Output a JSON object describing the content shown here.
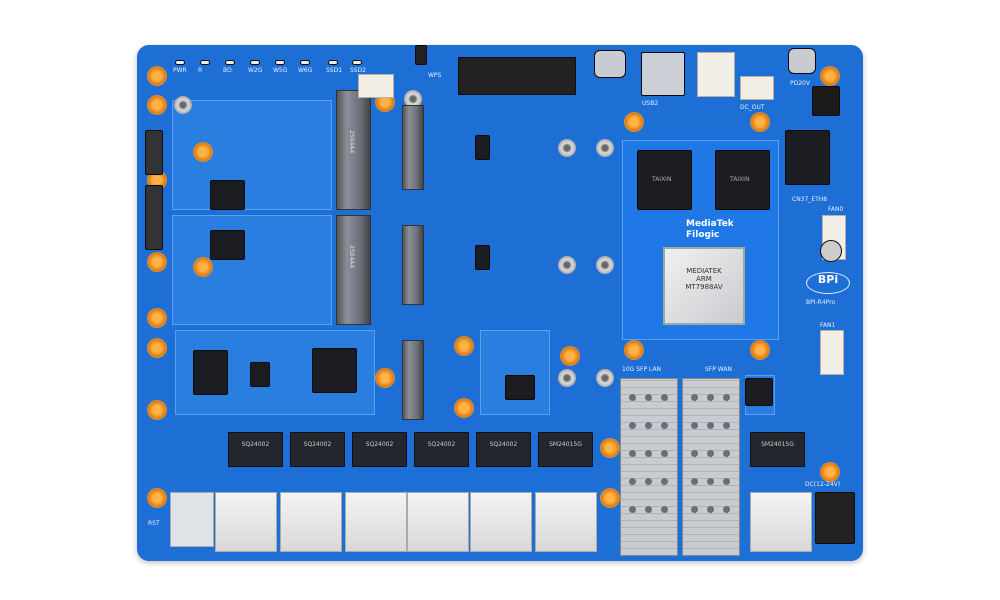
{
  "board": {
    "led_labels": [
      "PWR",
      "R",
      "BO",
      "W2G",
      "W5G",
      "W6G",
      "SSD1",
      "SSD2"
    ],
    "wps_label": "WPS",
    "brand_line1": "MediaTek",
    "brand_line2": "Filogic",
    "soc_marking": [
      "MEDIATEK",
      "ARM",
      "MT7988AV"
    ],
    "dram_marking": "TAIXIN",
    "magnetics": [
      "SQ24002",
      "SQ24002",
      "SQ24002",
      "SQ24002",
      "SQ24002",
      "SM24015G",
      "SM24015G"
    ],
    "bpi_logo": "BPi",
    "model": "BPI-R4Pro",
    "silkscreen": {
      "cn37": "CN37_ETH8",
      "fan0": "FAN0",
      "fan1": "FAN1",
      "dc_in": "DC(12-24V)",
      "usb2": "USB2",
      "dc_out": "DC_OUT",
      "pd": "PD20V",
      "sfp_lan": "10G SFP LAN",
      "sfp_wan": "SFP WAN",
      "m2_1": "2504A4",
      "m2_2": "2504A4",
      "rst": "RST"
    }
  }
}
